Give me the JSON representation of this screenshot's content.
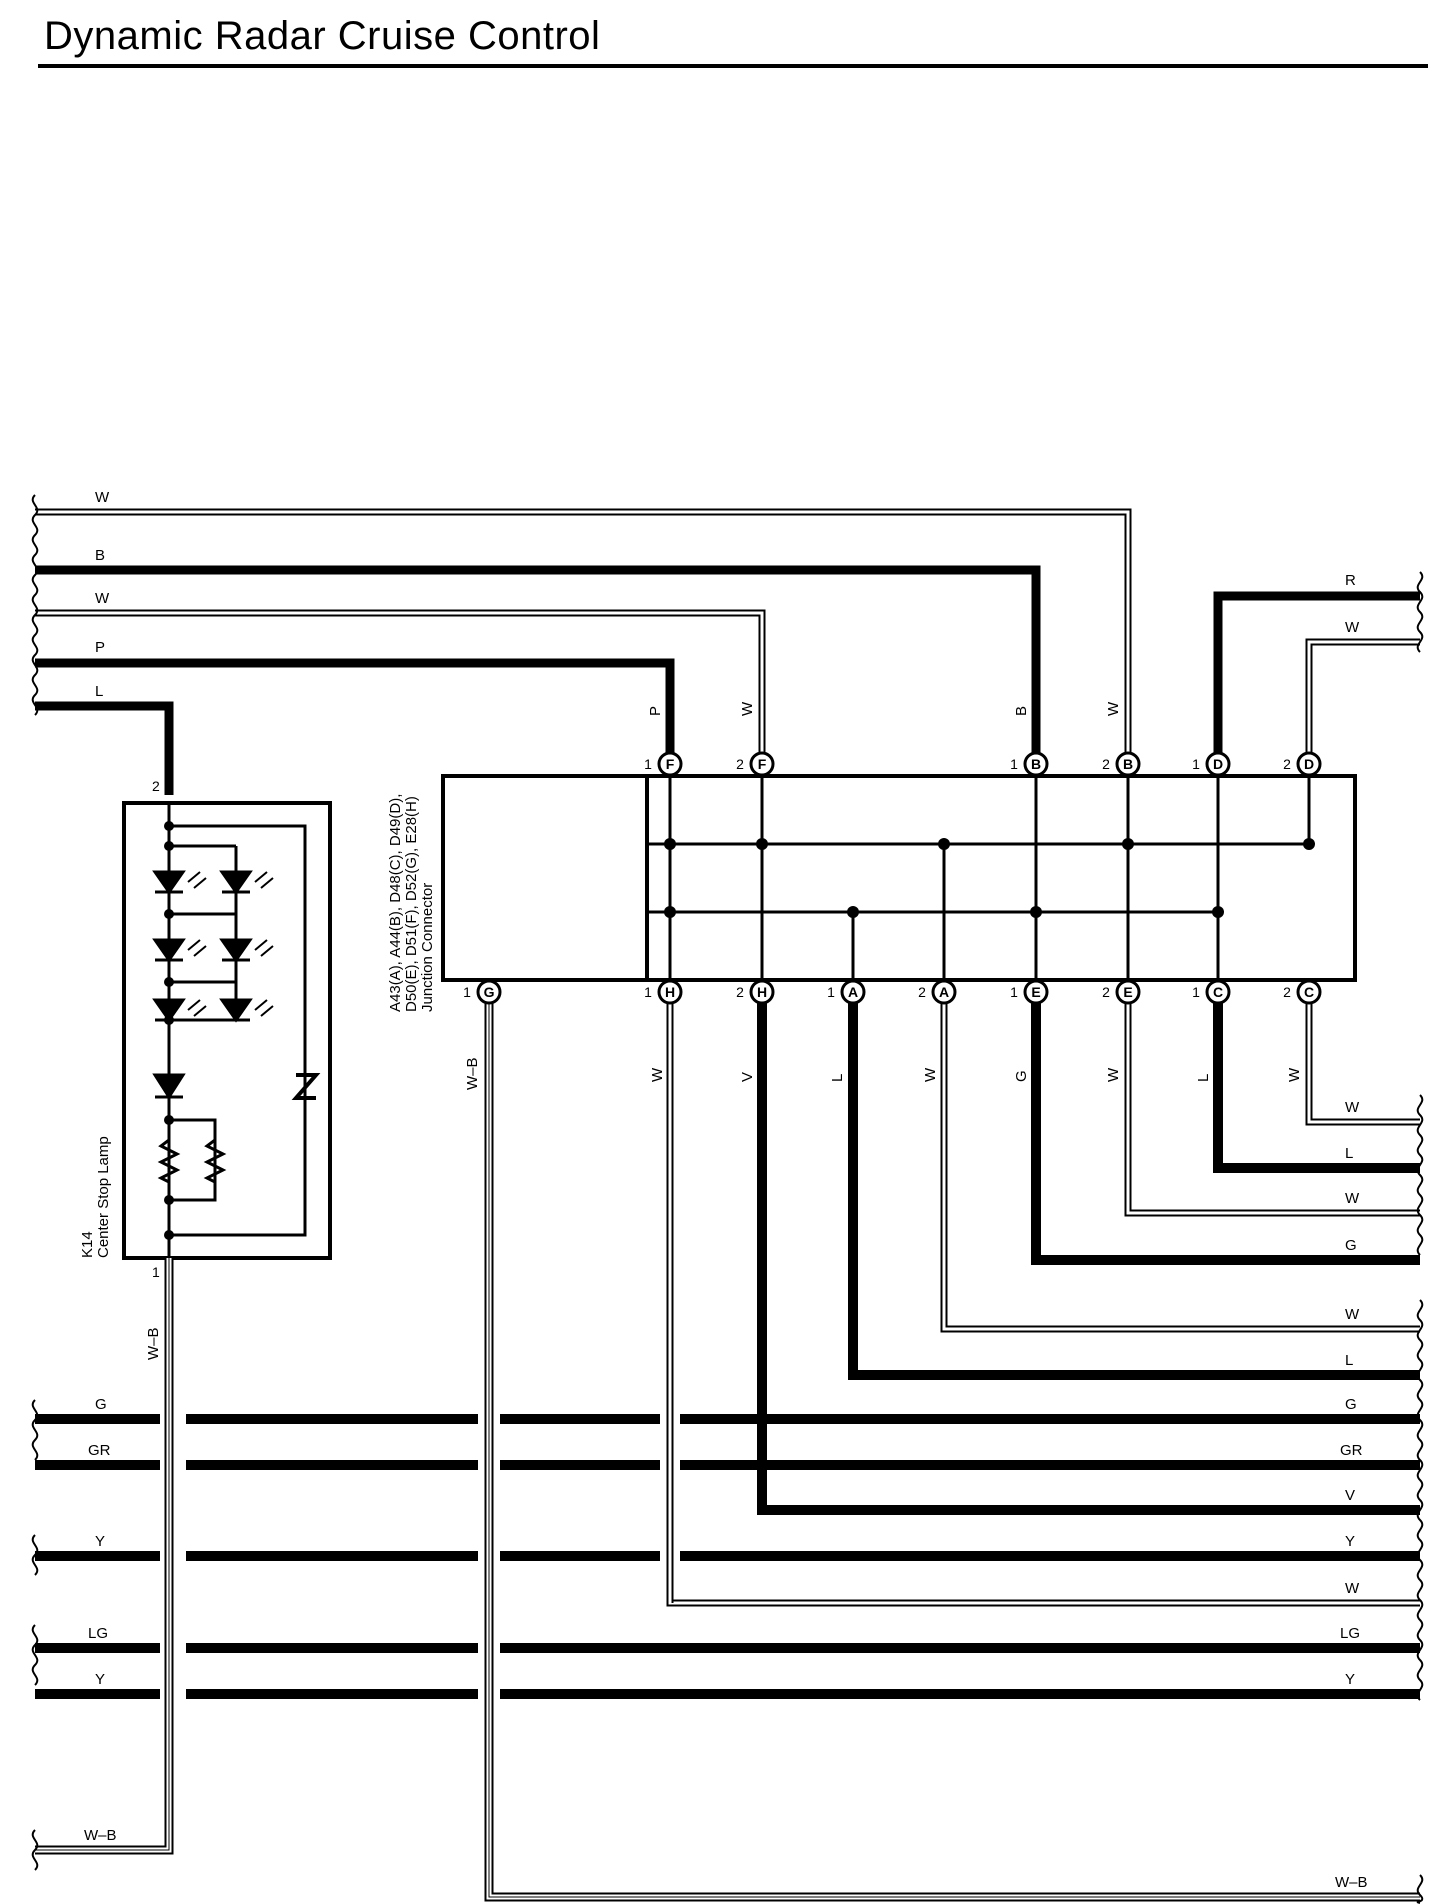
{
  "title": "Dynamic Radar Cruise Control",
  "junction": {
    "label_line1": "A43(A), A44(B), D48(C), D49(D),",
    "label_line2": "D50(E), D51(F), D52(G), E28(H)",
    "label_line3": "Junction Connector",
    "top_pins": [
      {
        "num": "1",
        "letter": "F",
        "wire": "P"
      },
      {
        "num": "2",
        "letter": "F",
        "wire": "W"
      },
      {
        "num": "1",
        "letter": "B",
        "wire": "B"
      },
      {
        "num": "2",
        "letter": "B",
        "wire": "W"
      },
      {
        "num": "1",
        "letter": "D",
        "wire": ""
      },
      {
        "num": "2",
        "letter": "D",
        "wire": ""
      }
    ],
    "bottom_pins": [
      {
        "num": "1",
        "letter": "G",
        "wire": "W–B"
      },
      {
        "num": "1",
        "letter": "H",
        "wire": "W"
      },
      {
        "num": "2",
        "letter": "H",
        "wire": "V"
      },
      {
        "num": "1",
        "letter": "A",
        "wire": "L"
      },
      {
        "num": "2",
        "letter": "A",
        "wire": "W"
      },
      {
        "num": "1",
        "letter": "E",
        "wire": "G"
      },
      {
        "num": "2",
        "letter": "E",
        "wire": "W"
      },
      {
        "num": "1",
        "letter": "C",
        "wire": "L"
      },
      {
        "num": "2",
        "letter": "C",
        "wire": "W"
      }
    ]
  },
  "lamp": {
    "id": "K14",
    "name": "Center Stop Lamp",
    "pin_top": "2",
    "pin_bottom": "1",
    "bottom_wire": "W–B"
  },
  "left_wires_top": [
    "W",
    "B",
    "W",
    "P",
    "L"
  ],
  "right_wires_top": [
    "R",
    "W"
  ],
  "right_wires": [
    "W",
    "L",
    "W",
    "G",
    "W",
    "L",
    "G",
    "GR",
    "V",
    "Y",
    "W",
    "LG",
    "Y"
  ],
  "bus_left": [
    "G",
    "GR",
    "Y",
    "LG",
    "Y"
  ],
  "bottom_left": "W–B",
  "bottom_right": "W–B"
}
